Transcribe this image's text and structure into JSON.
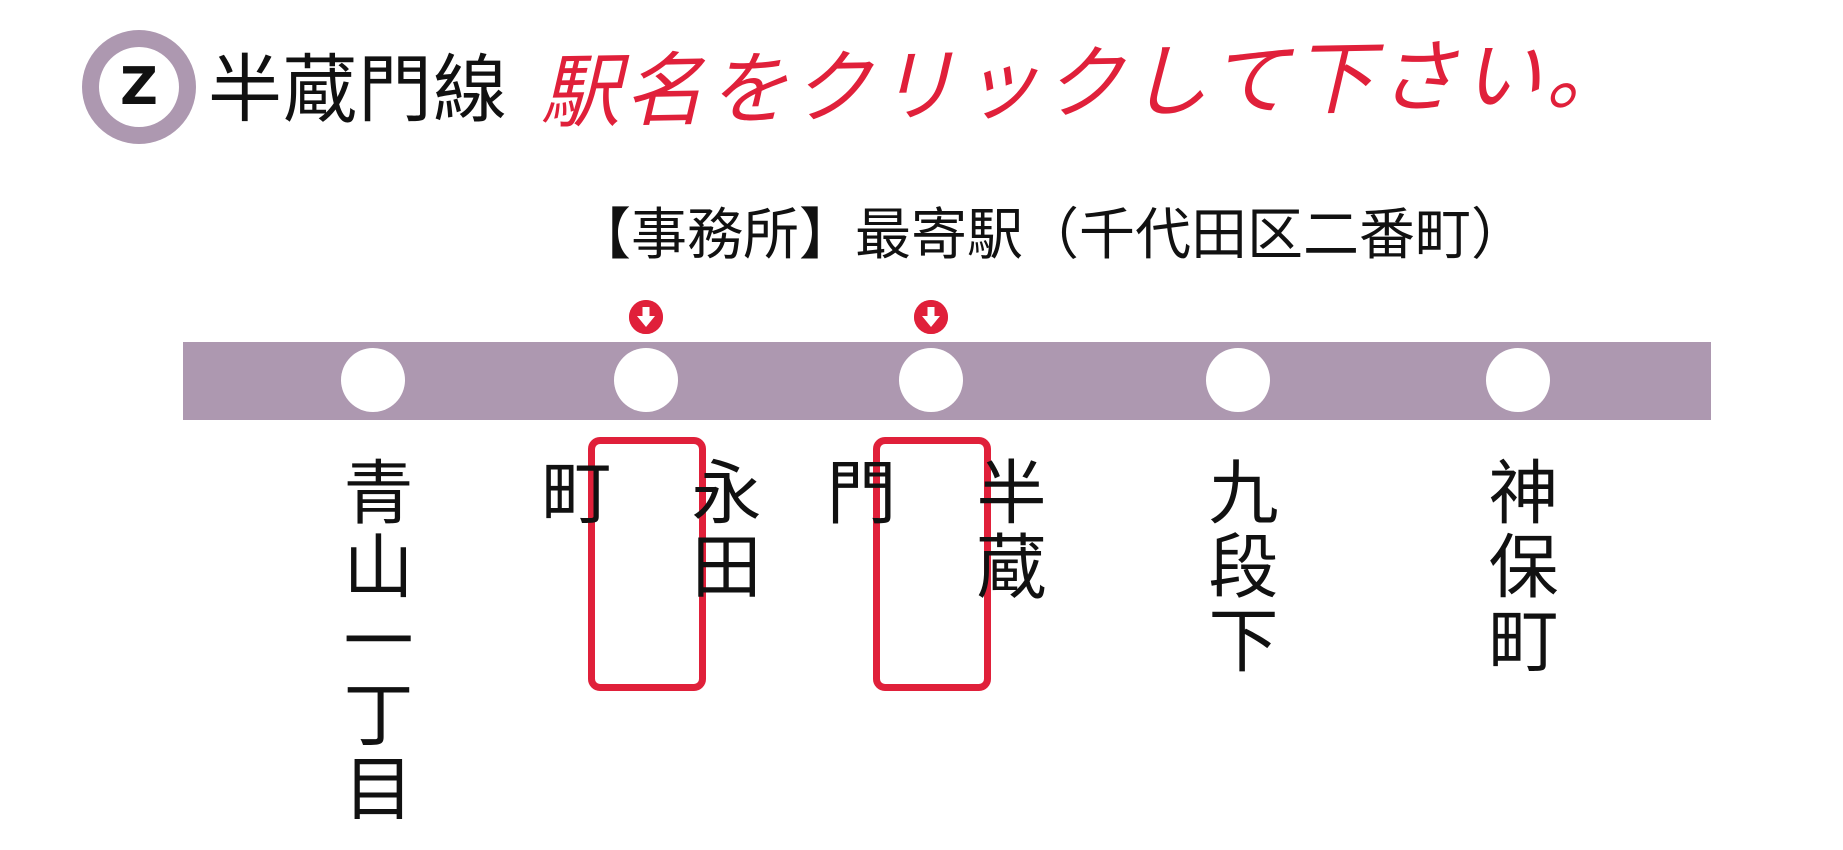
{
  "line": {
    "symbol": "Z",
    "name": "半蔵門線",
    "color": "#ad98b0"
  },
  "instruction": "駅名をクリックして下さい。",
  "caption": "【事務所】最寄駅（千代田区二番町）",
  "accent_color": "#e0203a",
  "stations": [
    {
      "name": "青山一丁目",
      "highlighted": false,
      "marker": false
    },
    {
      "name": "永田町",
      "highlighted": true,
      "marker": true,
      "marker_icon": "arrow-down-icon"
    },
    {
      "name": "半蔵門",
      "highlighted": true,
      "marker": true,
      "marker_icon": "arrow-down-icon"
    },
    {
      "name": "九段下",
      "highlighted": false,
      "marker": false
    },
    {
      "name": "神保町",
      "highlighted": false,
      "marker": false
    }
  ]
}
